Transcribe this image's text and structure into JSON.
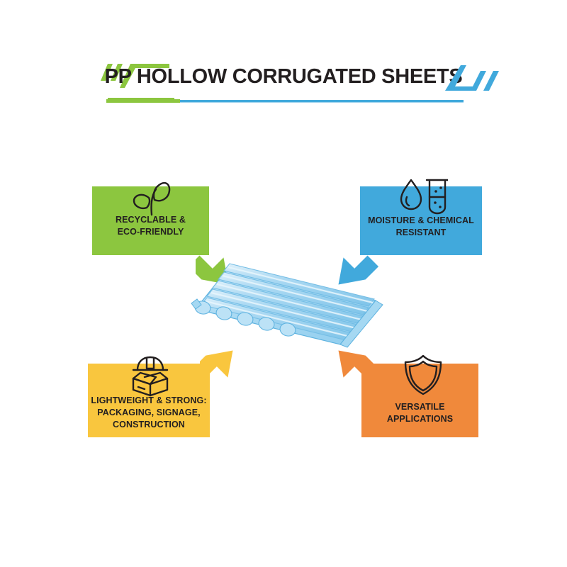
{
  "header": {
    "title": "PP HOLLOW CORRUGATED SHEETS",
    "accent_left_color": "#8CC63F",
    "accent_right_color": "#41A9DC",
    "title_color": "#231f20"
  },
  "features": [
    {
      "id": "recyclable",
      "label_lines": [
        "RECYCLABLE &",
        "ECO-FRIENDLY"
      ],
      "label": "RECYCLABLE & ECO-FRIENDLY",
      "color": "#8CC63F",
      "icon": "leaf-icon",
      "position": "top-left"
    },
    {
      "id": "moisture",
      "label_lines": [
        "MOISTURE & CHEMICAL",
        "RESISTANT"
      ],
      "label": "MOISTURE & CHEMICAL RESISTANT",
      "color": "#41A9DC",
      "icon": "water-drop-test-tube-icon",
      "position": "top-right"
    },
    {
      "id": "lightweight",
      "label_lines": [
        "LIGHTWEIGHT & STRONG:",
        "PACKAGING, SIGNAGE,",
        "CONSTRUCTION"
      ],
      "label": "LIGHTWEIGHT & STRONG: PACKAGING, SIGNAGE, CONSTRUCTION",
      "color": "#F9C63E",
      "icon": "hardhat-box-icon",
      "position": "bottom-left"
    },
    {
      "id": "versatile",
      "label_lines": [
        "VERSATILE",
        "APPLICATIONS"
      ],
      "label": "VERSATILE APPLICATIONS",
      "color": "#F0893B",
      "icon": "shield-icon",
      "position": "bottom-right"
    }
  ],
  "center": {
    "name": "pp-hollow-corrugated-sheet-illustration",
    "sheet_color": "#9FD4F0",
    "sheet_highlight_color": "#D6ECFA",
    "sheet_outline_color": "#4FA8D8"
  },
  "background_color": "#ffffff"
}
